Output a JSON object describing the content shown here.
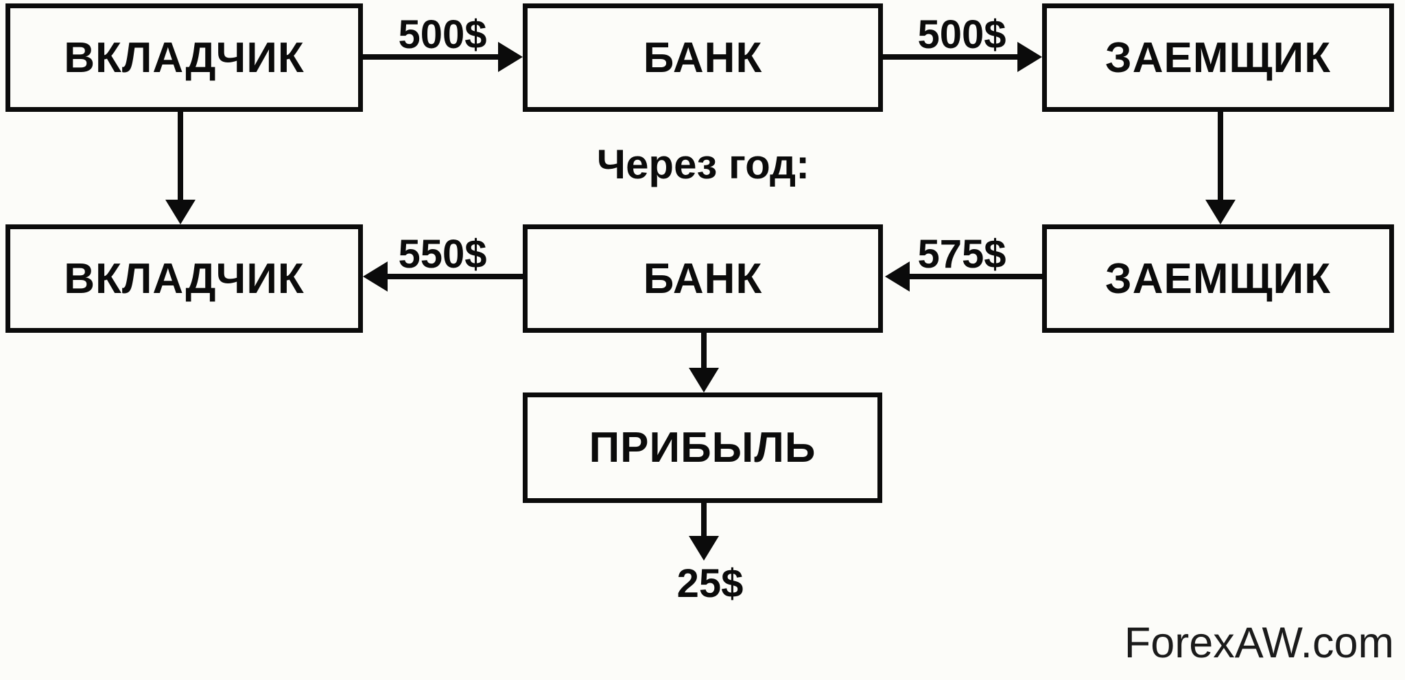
{
  "diagram": {
    "section_title": "Через год:",
    "nodes": {
      "depositor_top": {
        "label": "ВКЛАДЧИК"
      },
      "bank_top": {
        "label": "БАНК"
      },
      "borrower_top": {
        "label": "ЗАЕМЩИК"
      },
      "depositor_bottom": {
        "label": "ВКЛАДЧИК"
      },
      "bank_bottom": {
        "label": "БАНК"
      },
      "borrower_bottom": {
        "label": "ЗАЕМЩИК"
      },
      "profit": {
        "label": "ПРИБЫЛЬ"
      }
    },
    "flows": {
      "deposit": {
        "label": "500$"
      },
      "loan": {
        "label": "500$"
      },
      "payout": {
        "label": "550$"
      },
      "repayment": {
        "label": "575$"
      },
      "profit_amount": {
        "label": "25$"
      }
    },
    "colors": {
      "ink": "#0b0b0b",
      "background": "#fcfcf9"
    }
  },
  "watermark": {
    "text": "ForexAW.com"
  }
}
